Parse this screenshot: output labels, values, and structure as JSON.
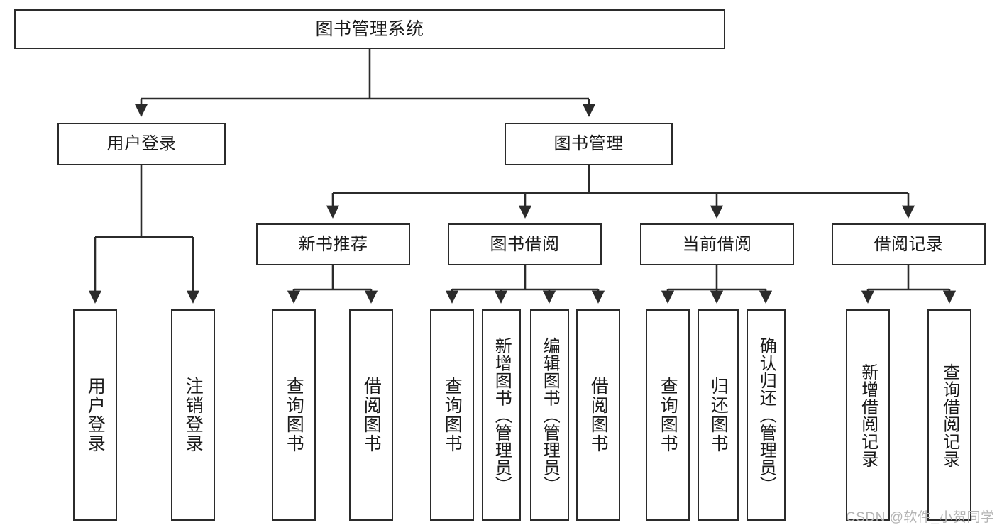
{
  "diagram": {
    "title": "图书管理系统",
    "type": "tree-hierarchy-chart",
    "stroke_color": "#2b2b2b",
    "fill_color": "#ffffff",
    "text_color": "#1a1a1a"
  },
  "nodes": {
    "root": {
      "label": "图书管理系统"
    },
    "level2": [
      {
        "label": "用户登录"
      },
      {
        "label": "图书管理"
      }
    ],
    "level3": [
      {
        "label": "新书推荐"
      },
      {
        "label": "图书借阅"
      },
      {
        "label": "当前借阅"
      },
      {
        "label": "借阅记录"
      }
    ],
    "leaves": {
      "user_login": [
        {
          "label": "用户登录"
        },
        {
          "label": "注销登录"
        }
      ],
      "new_book_recommend": [
        {
          "label": "查询图书"
        },
        {
          "label": "借阅图书"
        }
      ],
      "book_borrow": [
        {
          "label": "查询图书"
        },
        {
          "label": "新增图书（管理员）"
        },
        {
          "label": "编辑图书（管理员）"
        },
        {
          "label": "借阅图书"
        }
      ],
      "current_borrow": [
        {
          "label": "查询图书"
        },
        {
          "label": "归还图书"
        },
        {
          "label": "确认归还（管理员）"
        }
      ],
      "borrow_record": [
        {
          "label": "新增借阅记录"
        },
        {
          "label": "查询借阅记录"
        }
      ]
    }
  },
  "watermark": {
    "text": "CSDN @软件_小贺同学"
  }
}
